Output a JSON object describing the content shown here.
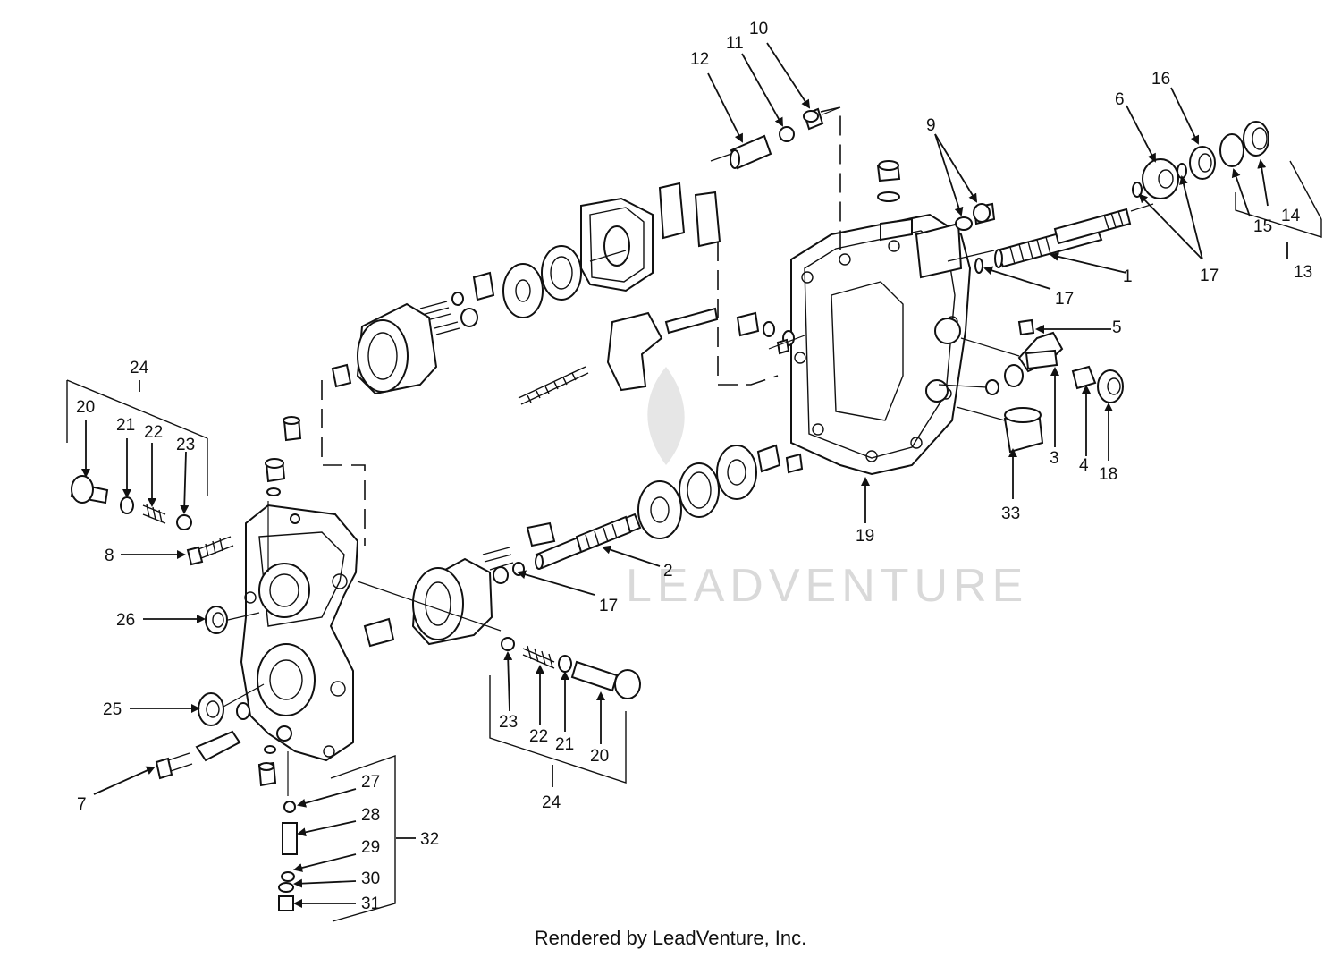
{
  "watermark": "LEADVENTURE",
  "footer": "Rendered by LeadVenture, Inc.",
  "callouts": {
    "c1": "1",
    "c2": "2",
    "c3": "3",
    "c4": "4",
    "c5": "5",
    "c6": "6",
    "c7": "7",
    "c8": "8",
    "c9": "9",
    "c10": "10",
    "c11": "11",
    "c12": "12",
    "c13": "13",
    "c14": "14",
    "c15": "15",
    "c16": "16",
    "c17a": "17",
    "c17b": "17",
    "c17c": "17",
    "c18": "18",
    "c19": "19",
    "c20a": "20",
    "c21a": "21",
    "c22a": "22",
    "c23a": "23",
    "c24a": "24",
    "c20b": "20",
    "c21b": "21",
    "c22b": "22",
    "c23b": "23",
    "c24b": "24",
    "c25": "25",
    "c26": "26",
    "c27": "27",
    "c28": "28",
    "c29": "29",
    "c30": "30",
    "c31": "31",
    "c32": "32",
    "c33": "33"
  }
}
